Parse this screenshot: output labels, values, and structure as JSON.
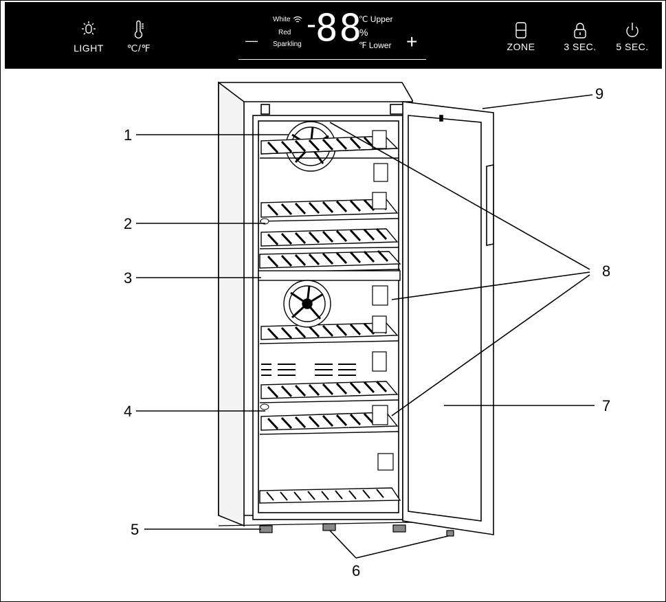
{
  "panel": {
    "light_label": "LIGHT",
    "unit_label": "℃/℉",
    "wine_white": "White",
    "wine_red": "Red",
    "wine_sparkling": "Sparkling",
    "display_digits": "88",
    "display_dash": "-",
    "celsius_upper": "℃ Upper",
    "percent": "%",
    "fahrenheit_lower": "℉ Lower",
    "minus": "—",
    "plus": "+",
    "zone_label": "ZONE",
    "lock_label": "3 SEC.",
    "power_label": "5 SEC."
  },
  "callouts": [
    "1",
    "2",
    "3",
    "4",
    "5",
    "6",
    "7",
    "8",
    "9"
  ],
  "colors": {
    "panel_bg": "#000000",
    "line": "#000000",
    "door_glass": "#ffffff"
  }
}
